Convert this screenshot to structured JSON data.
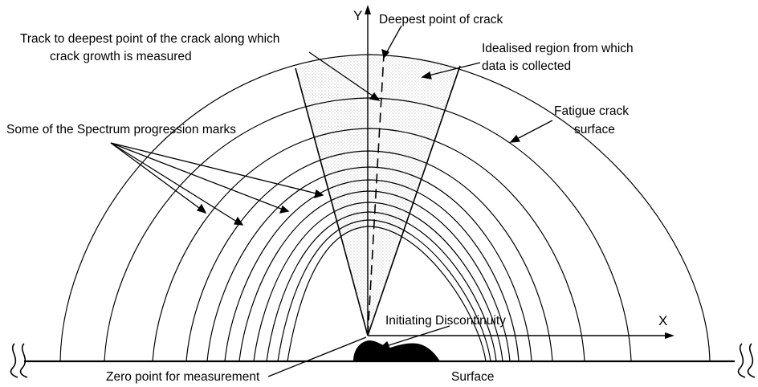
{
  "labels": {
    "axis_y": "Y",
    "axis_x": "X",
    "deepest_point": "Deepest point of crack",
    "track_line1": "Track to deepest point of the crack along which",
    "track_line2": "crack growth is measured",
    "idealised_line1": "Idealised region from which",
    "idealised_line2": "data is collected",
    "fatigue_line1": "Fatigue crack",
    "fatigue_line2": "surface",
    "spectrum_marks": "Some of the Spectrum progression marks",
    "initiating": "Initiating Discontinuity",
    "zero_point": "Zero point for measurement",
    "surface": "Surface"
  },
  "colors": {
    "ink": "#000000",
    "sector_fill": "#e6e6e6",
    "discontinuity": "#000000"
  },
  "icons": {
    "break_left": "surface-break-symbol",
    "break_right": "surface-break-symbol"
  }
}
